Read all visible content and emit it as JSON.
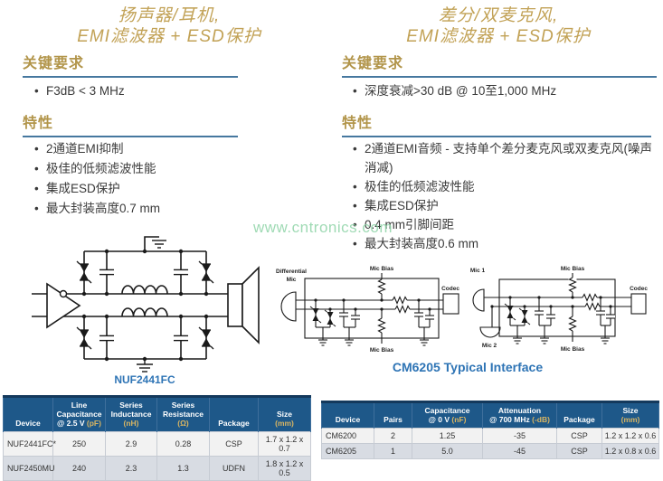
{
  "watermark": "www.cntronics.com",
  "left": {
    "title1": "扬声器/耳机,",
    "title2": "EMI滤波器 + ESD保护",
    "req_heading": "关键要求",
    "req_items": [
      "F3dB < 3 MHz"
    ],
    "feat_heading": "特性",
    "feat_items": [
      "2通道EMI抑制",
      "极佳的低频滤波性能",
      "集成ESD保护",
      "最大封装高度0.7 mm"
    ],
    "diagram_caption": "NUF2441FC",
    "table": {
      "h_device": "Device",
      "h1a": "Line",
      "h1b": "Capacitance",
      "h1c": "@ 2.5 V",
      "h1u": "(pF)",
      "h2a": "Series",
      "h2b": "Inductance",
      "h2u": "(nH)",
      "h3a": "Series",
      "h3b": "Resistance",
      "h3u": "(Ω)",
      "h_package": "Package",
      "h5a": "Size",
      "h5u": "(mm)",
      "rows": [
        [
          "NUF2441FC*",
          "250",
          "2.9",
          "0.28",
          "CSP",
          "1.7 x 1.2 x 0.7"
        ],
        [
          "NUF2450MU",
          "240",
          "2.3",
          "1.3",
          "UDFN",
          "1.8 x 1.2 x 0.5"
        ]
      ]
    }
  },
  "right": {
    "title1": "差分/双麦克风,",
    "title2": "EMI滤波器 + ESD保护",
    "req_heading": "关键要求",
    "req_items": [
      "深度衰减>30 dB @ 10至1,000 MHz"
    ],
    "feat_heading": "特性",
    "feat_items": [
      "2通道EMI音频 - 支持单个差分麦克风或双麦克风(噪声消减)",
      "极佳的低频滤波性能",
      "集成ESD保护",
      "0.4 mm引脚间距",
      "最大封装高度0.6 mm"
    ],
    "diagram_caption": "CM6205 Typical Interface",
    "diagram_labels": {
      "diff_mic_1": "Differential",
      "diff_mic_2": "Mic",
      "mic_bias": "Mic Bias",
      "codec": "Codec",
      "mic1": "Mic 1",
      "mic2": "Mic 2"
    },
    "table": {
      "h_device": "Device",
      "h_pairs": "Pairs",
      "h2a": "Capacitance",
      "h2b": "@ 0 V",
      "h2u": "(nF)",
      "h3a": "Attenuation",
      "h3b": "@ 700 MHz",
      "h3u": "(-dB)",
      "h_package": "Package",
      "h5a": "Size",
      "h5u": "(mm)",
      "rows": [
        [
          "CM6200",
          "2",
          "1.25",
          "-35",
          "CSP",
          "1.2 x 1.2 x 0.6"
        ],
        [
          "CM6205",
          "1",
          "5.0",
          "-45",
          "CSP",
          "1.2 x 0.8 x 0.6"
        ]
      ]
    }
  }
}
